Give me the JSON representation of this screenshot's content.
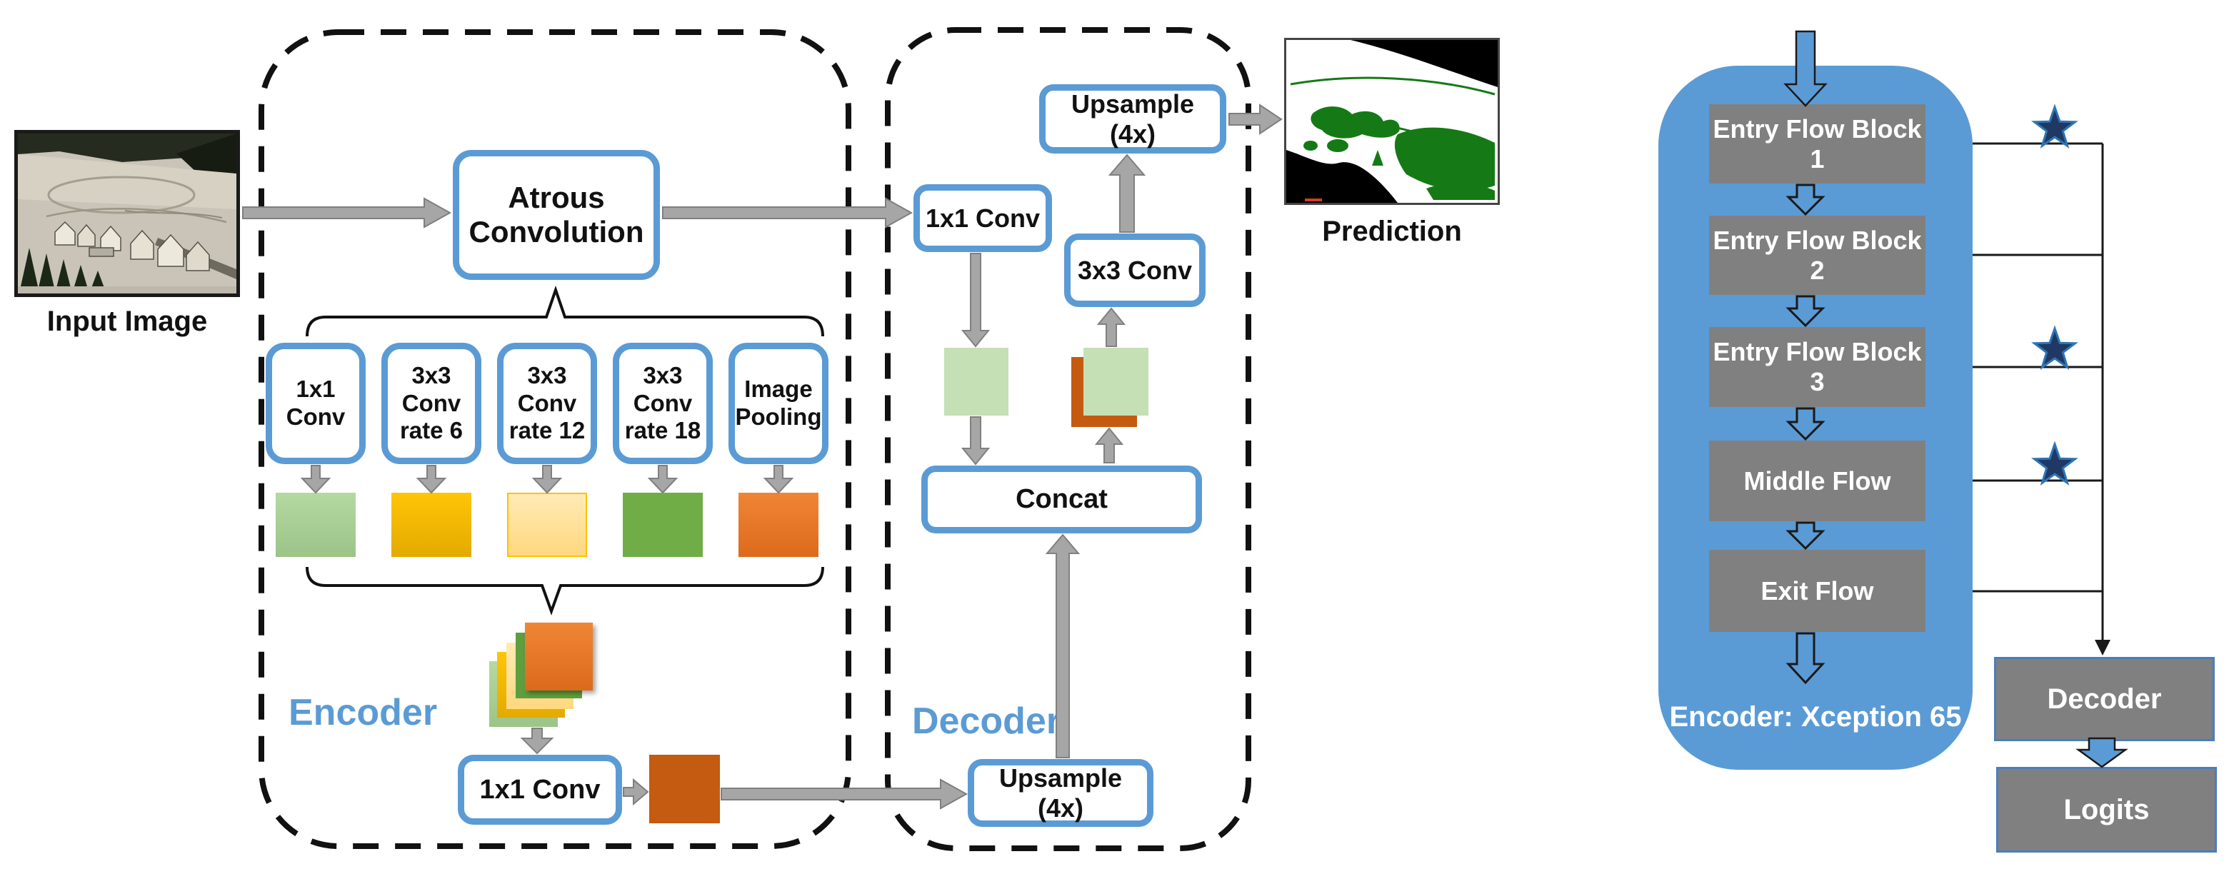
{
  "colors": {
    "accent_blue": "#5b9bd5",
    "gray_arrow": "#a6a6a6",
    "gray_block": "#808080",
    "dashed_border": "#111111",
    "star_fill": "#1f3864",
    "star_stroke": "#2e75b6",
    "square_light_green": "#a9d18e",
    "square_gold": "#ffc000",
    "square_pale_yellow": "#ffe699",
    "square_green": "#70ad47",
    "square_orange": "#ed7d31",
    "square_brown": "#c55a11",
    "decoder_feature_green": "#c5e0b4"
  },
  "input": {
    "label": "Input Image"
  },
  "encoder": {
    "label": "Encoder",
    "atrous_label": "Atrous Convolution",
    "branches": [
      {
        "label": "1x1\nConv"
      },
      {
        "label": "3x3\nConv\nrate 6"
      },
      {
        "label": "3x3\nConv\nrate 12"
      },
      {
        "label": "3x3\nConv\nrate 18"
      },
      {
        "label": "Image\nPooling"
      }
    ],
    "projection_label": "1x1 Conv"
  },
  "decoder": {
    "label": "Decoder",
    "conv1x1": "1x1 Conv",
    "upsample_top": "Upsample (4x)",
    "conv3x3": "3x3 Conv",
    "concat": "Concat",
    "upsample_bottom": "Upsample (4x)"
  },
  "prediction": {
    "label": "Prediction"
  },
  "xception": {
    "caption": "Encoder: Xception 65",
    "blocks": [
      "Entry Flow Block 1",
      "Entry Flow Block 2",
      "Entry Flow Block 3",
      "Middle Flow",
      "Exit Flow"
    ],
    "decoder_label": "Decoder",
    "logits_label": "Logits",
    "star_symbol": "★"
  }
}
